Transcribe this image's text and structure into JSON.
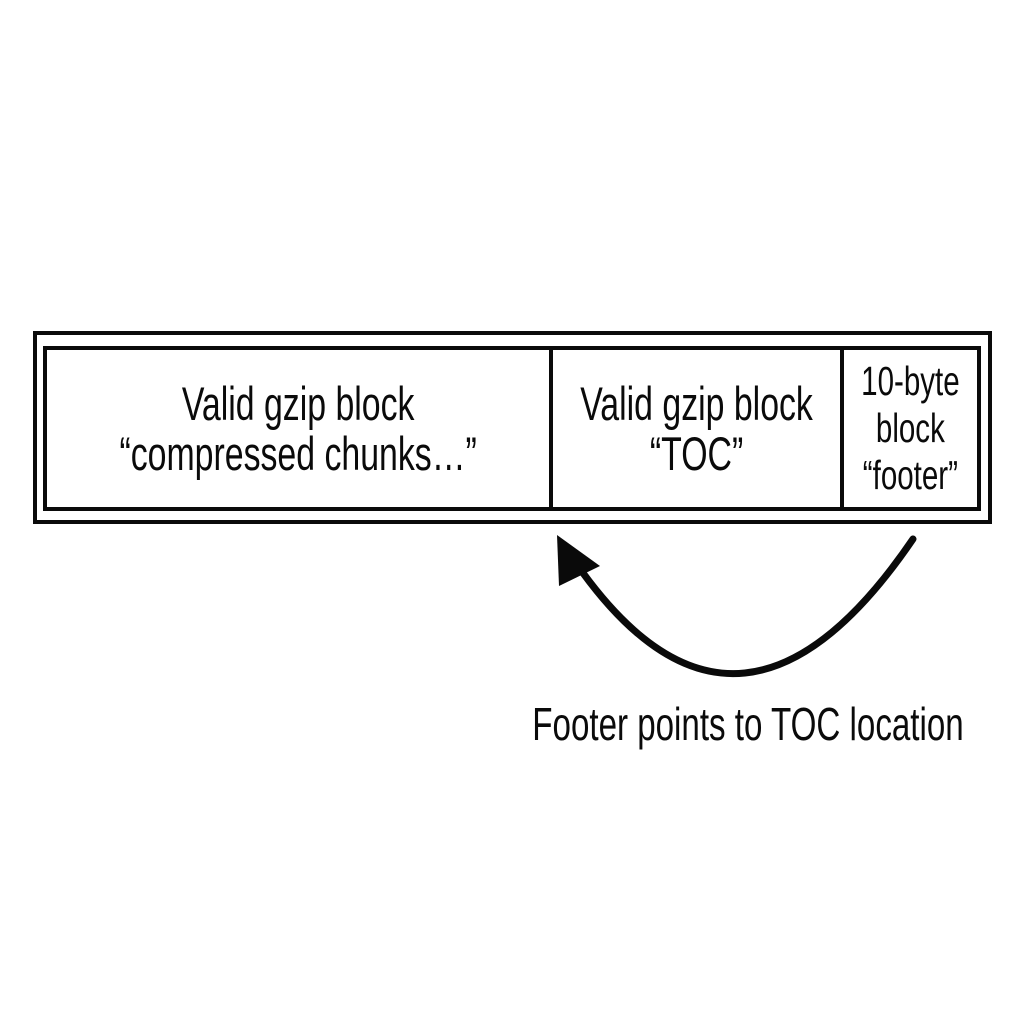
{
  "diagram": {
    "blocks": [
      {
        "lines": [
          "Valid gzip block",
          "“compressed chunks…”"
        ]
      },
      {
        "lines": [
          "Valid gzip block",
          "“TOC”"
        ]
      },
      {
        "lines": [
          "10-byte",
          "block",
          "“footer”"
        ]
      }
    ],
    "caption": "Footer points to TOC location",
    "colors": {
      "ink": "#0a0a0a",
      "background": "#ffffff"
    }
  }
}
